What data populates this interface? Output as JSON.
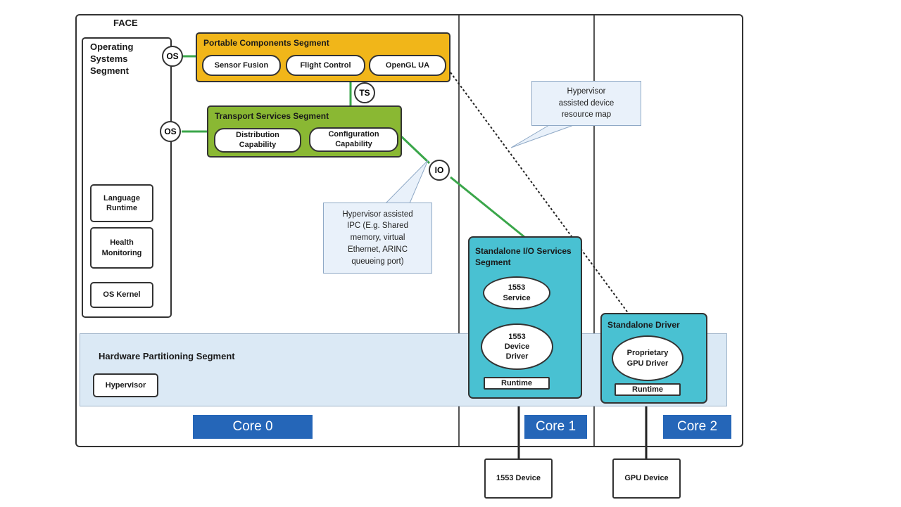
{
  "face_title": "FACE",
  "os_segment": "Operating Systems Segment",
  "portable": {
    "title": "Portable Components Segment",
    "items": [
      "Sensor Fusion",
      "Flight Control",
      "OpenGL UA"
    ]
  },
  "transport": {
    "title": "Transport Services Segment",
    "items": [
      "Distribution Capability",
      "Configuration Capability"
    ]
  },
  "os_components": [
    "Language Runtime",
    "Health Monitoring",
    "OS Kernel"
  ],
  "interfaces": {
    "os": "OS",
    "ts": "TS",
    "io": "IO"
  },
  "hardware": {
    "title": "Hardware Partitioning Segment",
    "hypervisor": "Hypervisor"
  },
  "callouts": {
    "ipc": "Hypervisor assisted IPC (E.g. Shared memory, virtual Ethernet, ARINC queueing port)",
    "resource_map": "Hypervisor assisted device resource map"
  },
  "io_segment": {
    "title": "Standalone I/O Services Segment",
    "service": "1553 Service",
    "driver": "1553 Device Driver",
    "runtime": "Runtime"
  },
  "standalone_driver": {
    "title": "Standalone Driver",
    "gpu_driver": "Proprietary GPU Driver",
    "runtime": "Runtime"
  },
  "cores": [
    "Core 0",
    "Core 1",
    "Core 2"
  ],
  "devices": [
    "1553 Device",
    "GPU Device"
  ],
  "colors": {
    "portable": "#f1b619",
    "transport": "#8ab833",
    "standalone": "#49c1d2",
    "core": "#2566b8",
    "hardware": "#dbe9f5",
    "connector": "#3aa64a"
  }
}
